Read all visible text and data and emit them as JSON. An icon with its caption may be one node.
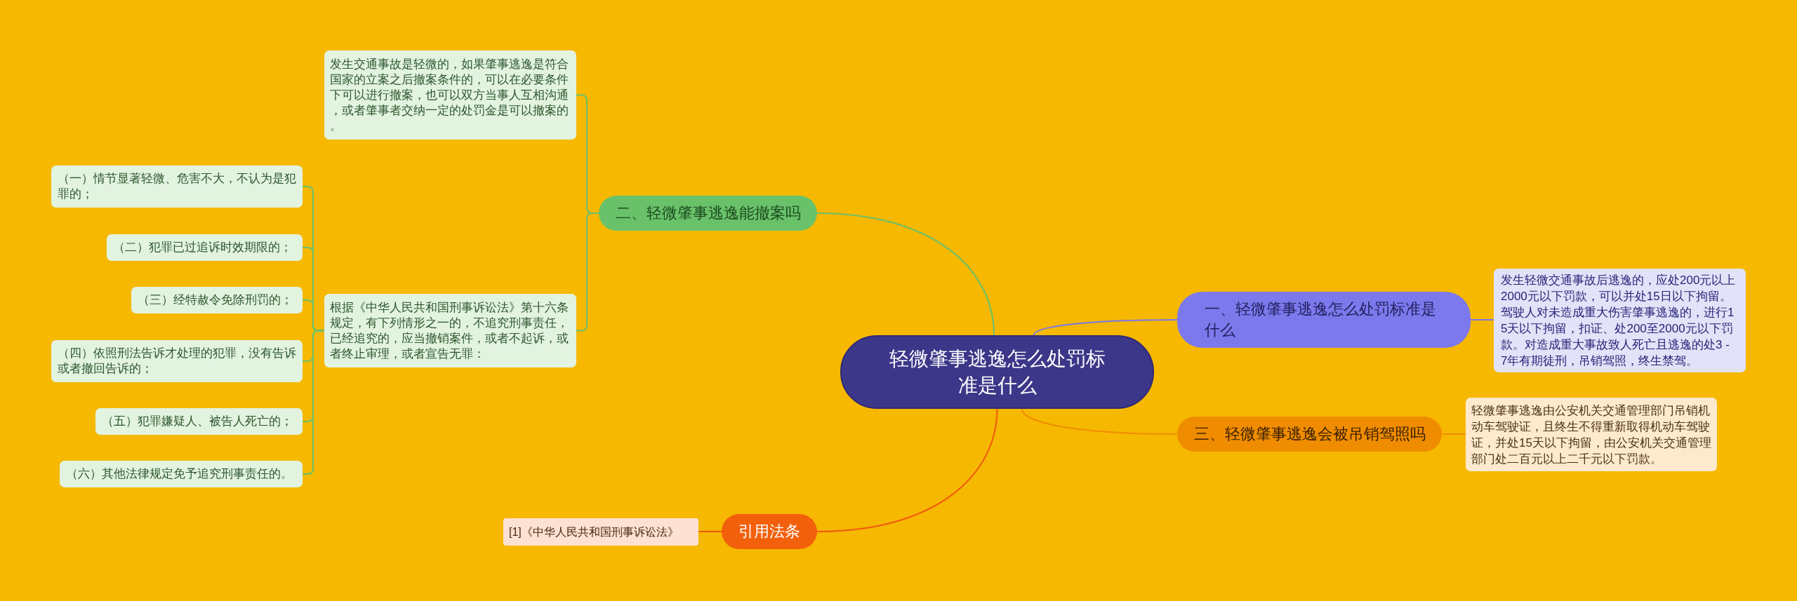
{
  "diagram": {
    "nodes": [
      {
        "text": [
          "轻微肇事逃逸怎么处罚标准是什么"
        ]
      },
      {
        "text": [
          "一、轻微肇事逃逸怎么处罚标准是什么"
        ]
      },
      {
        "text": [
          "发生轻微交通事故后逃逸的，应处200元以上2000元以下罚款，可以并处15日以下拘留。驾驶人对未造成重大伤害肇事逃逸的，进行15天以下拘留，扣证、处200至2000元以下罚款。对造成重大事故致人死亡且逃逸的处3 - 7年有期徒刑，吊销驾照，终生禁驾。"
        ]
      },
      {
        "text": [
          "三、轻微肇事逃逸会被吊销驾照吗"
        ]
      },
      {
        "text": [
          "轻微肇事逃逸由公安机关交通管理部门吊销机动车驾驶证，且终生不得重新取得机动车驾驶证，并处15天以下拘留，由公安机关交通管理部门处二百元以上二千元以下罚款。"
        ]
      },
      {
        "text": [
          "二、轻微肇事逃逸能撤案吗"
        ]
      },
      {
        "text": [
          "发生交通事故是轻微的，如果肇事逃逸是符合国家的立案之后撤案条件的，可以在必要条件下可以进行撤案，也可以双方当事人互相沟通，或者肇事者交纳一定的处罚金是可以撤案的。"
        ]
      },
      {
        "text": [
          "根据《中华人民共和国刑事诉讼法》第十六条规定，有下列情形之一的，不追究刑事责任，已经追究的，应当撤销案件，或者不起诉，或者终止审理，或者宣告无罪："
        ]
      },
      {
        "text": [
          "（一）情节显著轻微、危害不大，不认为是犯罪的；"
        ]
      },
      {
        "text": [
          "（二）犯罪已过追诉时效期限的；"
        ]
      },
      {
        "text": [
          "（三）经特赦令免除刑罚的；"
        ]
      },
      {
        "text": [
          "（四）依照刑法告诉才处理的犯罪，没有告诉或者撤回告诉的；"
        ]
      },
      {
        "text": [
          "（五）犯罪嫌疑人、被告人死亡的；"
        ]
      },
      {
        "text": [
          "（六）其他法律规定免予追究刑事责任的。"
        ]
      },
      {
        "text": [
          "引用法条"
        ]
      },
      {
        "text": [
          "[1]《中华人民共和国刑事诉讼法》"
        ]
      }
    ],
    "edges": [
      {
        "from": 0,
        "to": 1,
        "arrow": "none",
        "color": "#7b78e8"
      },
      {
        "from": 1,
        "to": 2,
        "arrow": "none",
        "color": "#7b78e8"
      },
      {
        "from": 0,
        "to": 3,
        "arrow": "none",
        "color": "#f08c00"
      },
      {
        "from": 3,
        "to": 4,
        "arrow": "none",
        "color": "#f08c00"
      },
      {
        "from": 0,
        "to": 5,
        "arrow": "none"
      },
      {
        "from": 5,
        "to": 6,
        "arrow": "none"
      },
      {
        "from": 5,
        "to": 7,
        "arrow": "none"
      },
      {
        "from": 7,
        "to": 8,
        "arrow": "none"
      },
      {
        "from": 7,
        "to": 9,
        "arrow": "none"
      },
      {
        "from": 7,
        "to": 10,
        "arrow": "none"
      },
      {
        "from": 7,
        "to": 11,
        "arrow": "none"
      },
      {
        "from": 7,
        "to": 12,
        "arrow": "none"
      },
      {
        "from": 7,
        "to": 13,
        "arrow": "none"
      },
      {
        "from": 0,
        "to": 14,
        "arrow": "none",
        "color": "#f05a10"
      },
      {
        "from": 14,
        "to": 15,
        "arrow": "none",
        "color": "#f05a10"
      }
    ]
  }
}
